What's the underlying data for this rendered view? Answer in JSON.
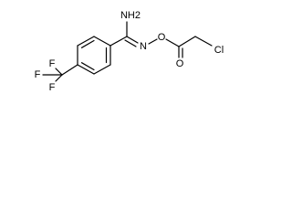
{
  "molecule": {
    "atoms": {
      "nh2": "NH2",
      "n_imine": "N",
      "o_oxime": "O",
      "o_carbonyl": "O",
      "cl": "Cl",
      "f_top": "F",
      "f_left": "F",
      "f_bottom": "F"
    }
  }
}
